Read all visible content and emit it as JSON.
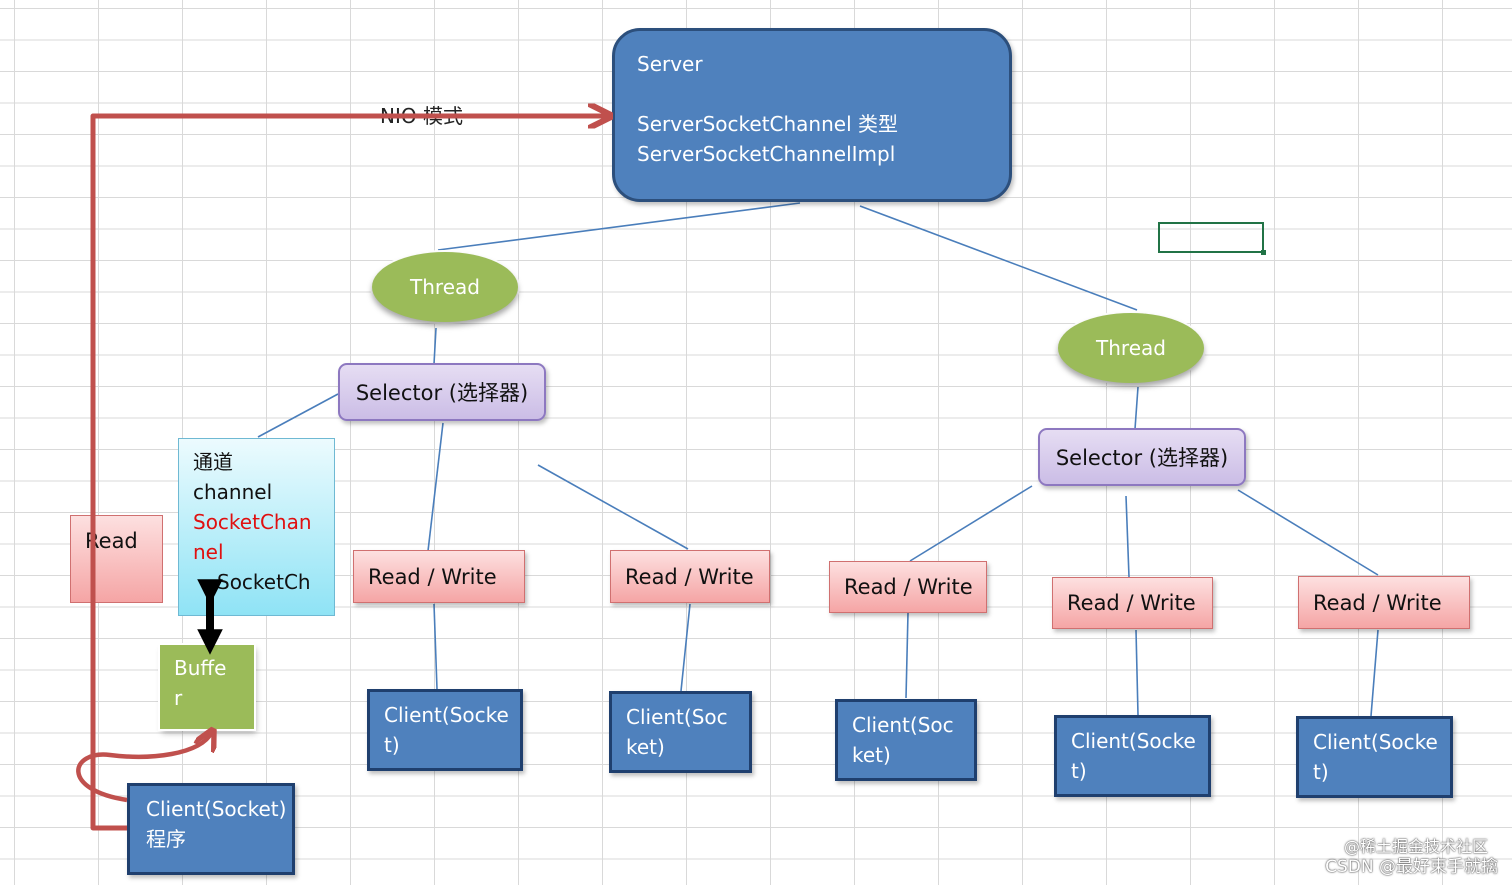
{
  "diagram": {
    "server": {
      "title": "Server",
      "line1": "ServerSocketChannel 类型",
      "line2": "ServerSocketChannelImpl"
    },
    "nio_label": "NIO 模式",
    "threads": [
      "Thread",
      "Thread"
    ],
    "selectors": [
      "Selector (选择器)",
      "Selector (选择器)"
    ],
    "channel": {
      "line1": "通道",
      "line2": "channel",
      "line3": "SocketChan",
      "line4": "nel",
      "line5": "SocketCh"
    },
    "read_left": "Read",
    "buffer": "Buffe\nr",
    "client_program": "Client(Socket)\n程序",
    "read_write": [
      "Read / Write",
      "Read / Write",
      "Read / Write",
      "Read / Write",
      "Read / Write"
    ],
    "clients": [
      "Client(Socke\nt)",
      "Client(Soc\nket)",
      "Client(Soc\nket)",
      "Client(Socke\nt)",
      "Client(Socke\nt)"
    ],
    "colors": {
      "server_fill": "#4f81bd",
      "thread_fill": "#9bbb59",
      "selector_fill": "#ddd3ee",
      "rw_fill": "#f8b9b9",
      "channel_fill": "#bff0fb",
      "nio_arrow": "#c0504d",
      "connector": "#4a7ebb"
    }
  },
  "watermark": {
    "line1": "@稀土掘金技术社区",
    "line2": "CSDN @最好束手就擒"
  }
}
